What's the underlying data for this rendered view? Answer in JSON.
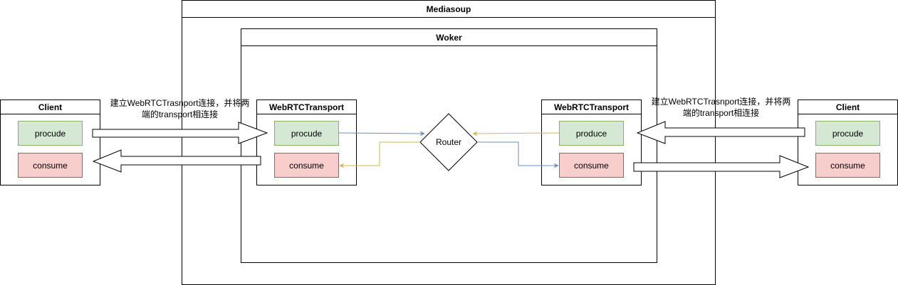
{
  "mediasoup": {
    "title": "Mediasoup"
  },
  "worker": {
    "title": "Woker"
  },
  "client_left": {
    "title": "Client",
    "produce": "procude",
    "consume": "consume"
  },
  "client_right": {
    "title": "Client",
    "produce": "procude",
    "consume": "consume"
  },
  "transport_left": {
    "title": "WebRTCTransport",
    "produce": "procude",
    "consume": "consume"
  },
  "transport_right": {
    "title": "WebRTCTransport",
    "produce": "produce",
    "consume": "consume"
  },
  "router": {
    "label": "Router"
  },
  "note_left": {
    "line1": "建立WebRTCTrasnport连接，并将两",
    "line2": "端的transport相连接"
  },
  "note_right": {
    "line1": "建立WebRTCTrasnport连接，并将两",
    "line2": "端的transport相连接"
  },
  "colors": {
    "blue_link": "#6c8ebf",
    "yellow_link": "#d6b656",
    "green_fill": "#d5e8d4",
    "red_fill": "#f8cecc"
  }
}
